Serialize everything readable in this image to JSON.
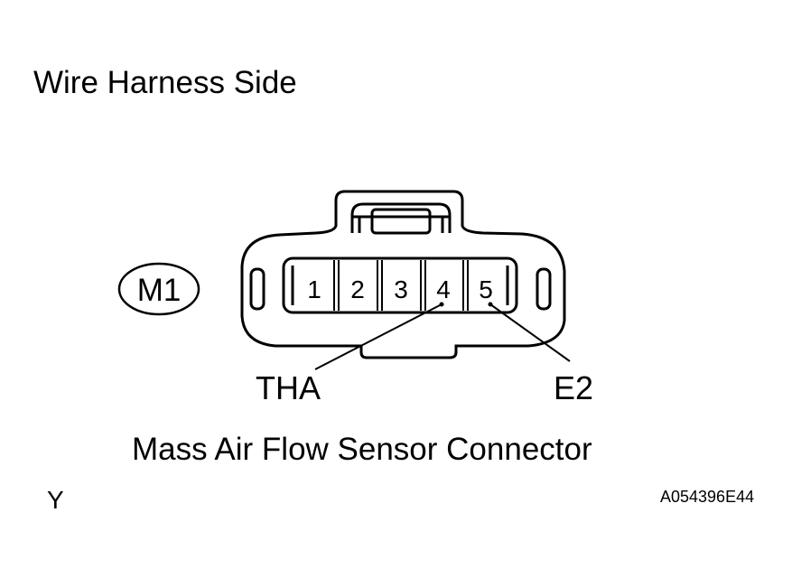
{
  "diagram": {
    "title": "Wire Harness Side",
    "connector_code": "M1",
    "pins": [
      "1",
      "2",
      "3",
      "4",
      "5"
    ],
    "pin_labels": {
      "tha": "THA",
      "e2": "E2"
    },
    "caption": "Mass Air Flow Sensor Connector",
    "corner_mark": "Y",
    "figure_code": "A054396E44"
  }
}
